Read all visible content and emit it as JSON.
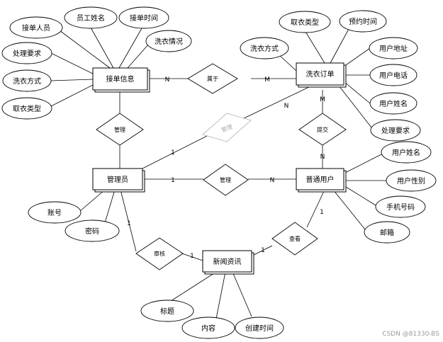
{
  "entities": {
    "jiedan": "接单信息",
    "order": "洗衣订单",
    "admin": "管理员",
    "user": "普通用户",
    "news": "新闻资讯"
  },
  "attributes": {
    "jiedan_staff": "接单人员",
    "jiedan_name": "员工姓名",
    "jiedan_time": "接单时间",
    "jiedan_status": "洗衣情况",
    "jiedan_req": "处理要求",
    "jiedan_method": "洗衣方式",
    "jiedan_pickup": "取衣类型",
    "order_pickup": "取衣类型",
    "order_time": "预约时间",
    "order_method": "洗衣方式",
    "order_addr": "用户地址",
    "order_phone": "用户电话",
    "order_name": "用户姓名",
    "order_req": "处理要求",
    "user_name": "用户姓名",
    "user_gender": "用户性别",
    "user_mobile": "手机号码",
    "user_email": "邮箱",
    "admin_account": "账号",
    "admin_password": "密码",
    "news_title": "标题",
    "news_content": "内容",
    "news_created": "创建时间"
  },
  "relationships": {
    "belongs": "属于",
    "manage_jiedan": "管理",
    "manage_order": "管理",
    "submit": "提交",
    "manage_user": "管理",
    "review": "审核",
    "browse": "查看"
  },
  "cardinalities": {
    "c1": "N",
    "c2": "M",
    "c3": "N",
    "c4": "1",
    "c5": "N",
    "c6": "M",
    "c7": "1",
    "c8": "N",
    "c9": "1",
    "c10": "1",
    "c11": "1",
    "c12": "1"
  },
  "watermark": "CSDN @81330-BS"
}
